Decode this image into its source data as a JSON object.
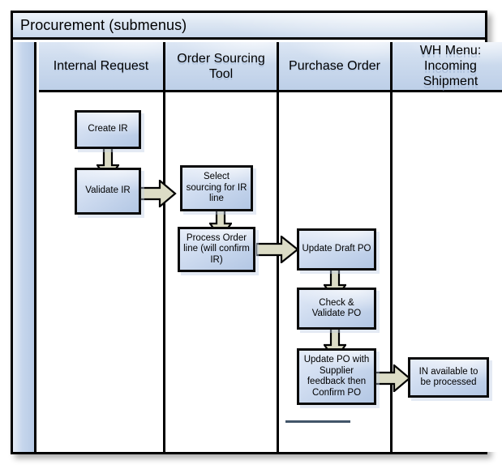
{
  "diagram": {
    "title": "Procurement (submenus)",
    "type": "swimlane-flowchart",
    "lane_strip_label": "",
    "colors": {
      "node_fill_light": "#e2eaf7",
      "node_fill_dark": "#b3c7e4",
      "node_border": "#0b0b0b",
      "arrow_fill": "#dcdcc6",
      "arrow_border": "#000000",
      "header_fill_light": "#dce6f4",
      "header_fill_dark": "#bdcfe8",
      "title_fill_light": "#eef3fa",
      "title_fill_dark": "#c9d8ec",
      "frame_border": "#000000",
      "canvas": "#ffffff"
    },
    "columns": [
      {
        "id": "internal-request",
        "label": "Internal Request"
      },
      {
        "id": "order-sourcing-tool",
        "label": "Order Sourcing Tool"
      },
      {
        "id": "purchase-order",
        "label": "Purchase Order"
      },
      {
        "id": "wh-menu-incoming-shipment",
        "label": "WH Menu: Incoming Shipment"
      }
    ],
    "nodes": [
      {
        "id": "create-ir",
        "column": "internal-request",
        "label": "Create IR"
      },
      {
        "id": "validate-ir",
        "column": "internal-request",
        "label": "Validate IR"
      },
      {
        "id": "select-sourcing",
        "column": "order-sourcing-tool",
        "label": "Select sourcing for IR line"
      },
      {
        "id": "process-order",
        "column": "order-sourcing-tool",
        "label": "Process Order line (will confirm IR)"
      },
      {
        "id": "update-draft-po",
        "column": "purchase-order",
        "label": "Update Draft PO"
      },
      {
        "id": "check-validate-po",
        "column": "purchase-order",
        "label": "Check & Validate PO"
      },
      {
        "id": "update-po-supplier",
        "column": "purchase-order",
        "label": "Update PO with Supplier feedback then Confirm PO"
      },
      {
        "id": "in-available",
        "column": "wh-menu-incoming-shipment",
        "label": "IN available to be processed"
      }
    ],
    "edges": [
      {
        "from": "create-ir",
        "to": "validate-ir",
        "direction": "down"
      },
      {
        "from": "validate-ir",
        "to": "select-sourcing",
        "direction": "right"
      },
      {
        "from": "select-sourcing",
        "to": "process-order",
        "direction": "down"
      },
      {
        "from": "process-order",
        "to": "update-draft-po",
        "direction": "right"
      },
      {
        "from": "update-draft-po",
        "to": "check-validate-po",
        "direction": "down"
      },
      {
        "from": "check-validate-po",
        "to": "update-po-supplier",
        "direction": "down"
      },
      {
        "from": "update-po-supplier",
        "to": "in-available",
        "direction": "right"
      }
    ]
  }
}
